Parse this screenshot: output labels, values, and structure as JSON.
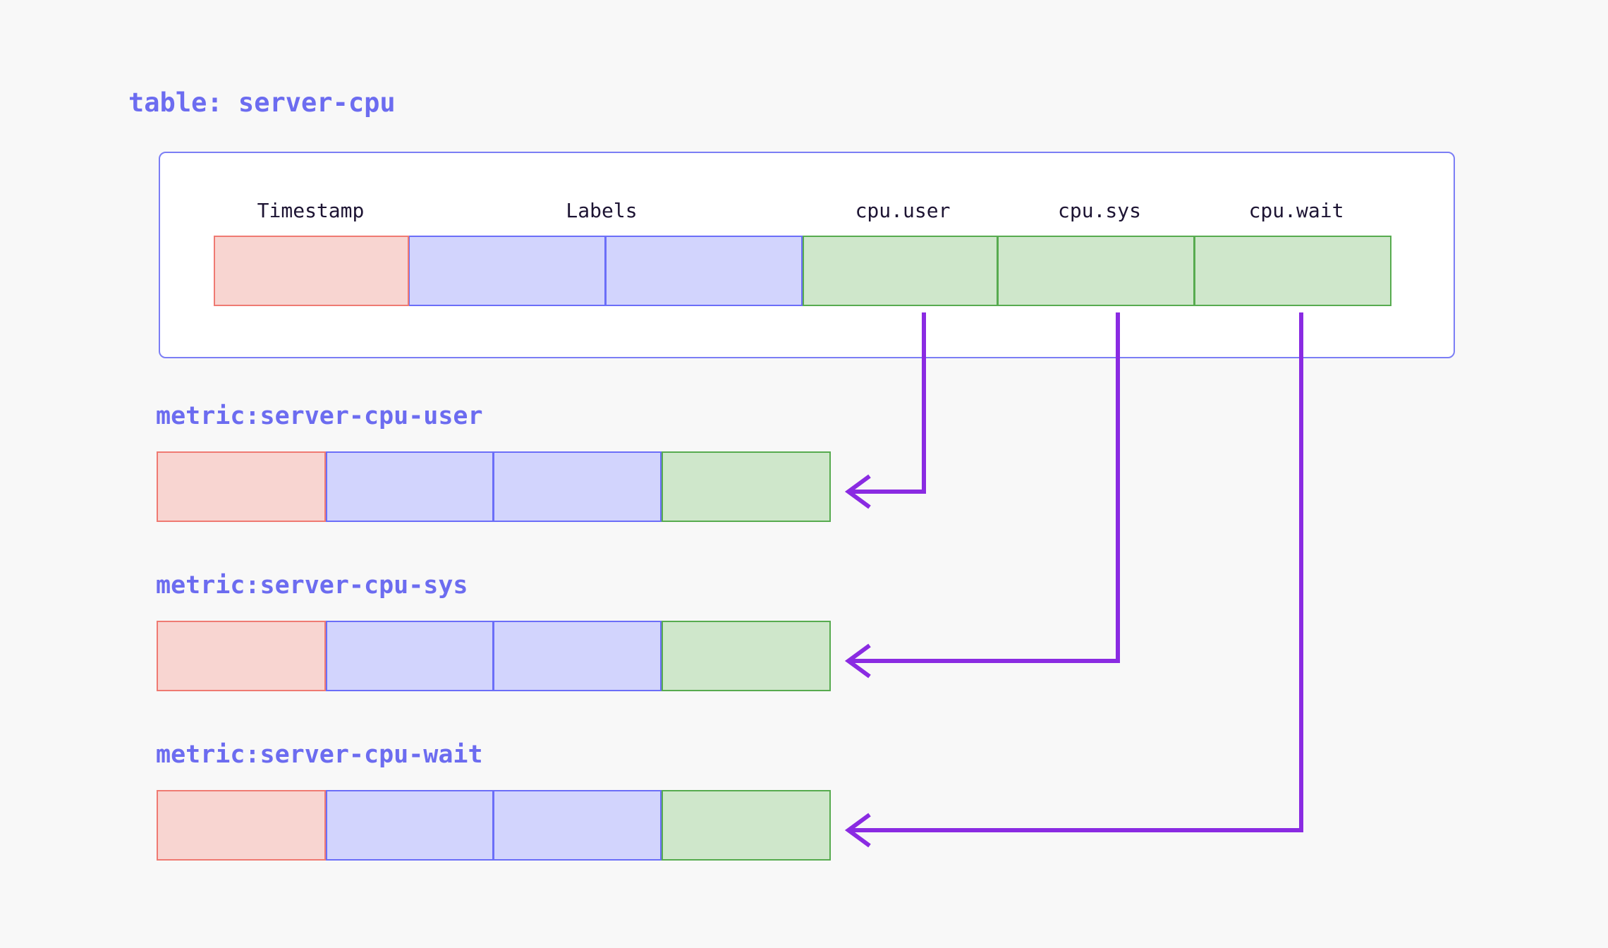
{
  "page": {
    "background": "#f8f8f8",
    "accent": "#6c6cf0",
    "arrow_color": "#8a2be2"
  },
  "table": {
    "title": "table: server-cpu",
    "card_border": "#7b7ef5",
    "columns": [
      {
        "label": "Timestamp",
        "kind": "timestamp",
        "color": "red"
      },
      {
        "label": "Labels",
        "kind": "labels",
        "color": "blue"
      },
      {
        "label": "",
        "kind": "labels",
        "color": "blue"
      },
      {
        "label": "cpu.user",
        "kind": "value",
        "color": "green"
      },
      {
        "label": "cpu.sys",
        "kind": "value",
        "color": "green"
      },
      {
        "label": "cpu.wait",
        "kind": "value",
        "color": "green"
      }
    ]
  },
  "metrics": [
    {
      "title": "metric:server-cpu-user",
      "source_column": "cpu.user",
      "cells": [
        "red",
        "blue",
        "blue",
        "green"
      ]
    },
    {
      "title": "metric:server-cpu-sys",
      "source_column": "cpu.sys",
      "cells": [
        "red",
        "blue",
        "blue",
        "green"
      ]
    },
    {
      "title": "metric:server-cpu-wait",
      "source_column": "cpu.wait",
      "cells": [
        "red",
        "blue",
        "blue",
        "green"
      ]
    }
  ],
  "legend_colors": {
    "red_fill": "#f8d5d1",
    "red_border": "#ef7a72",
    "blue_fill": "#d2d4fd",
    "blue_border": "#6b6ef8",
    "green_fill": "#cfe7cb",
    "green_border": "#57ab4f"
  }
}
